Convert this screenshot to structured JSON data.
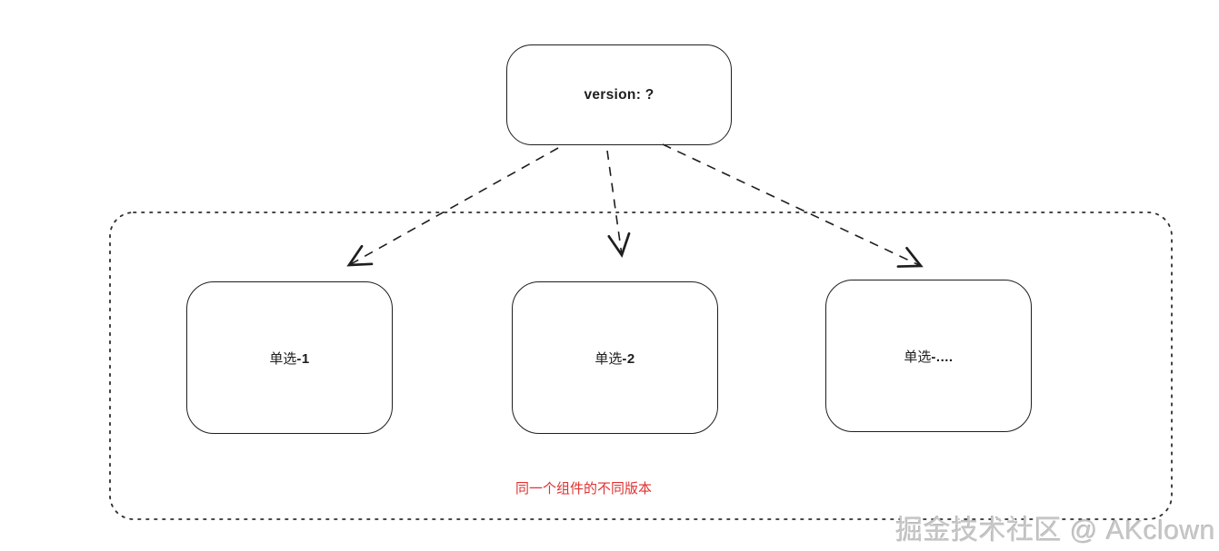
{
  "diagram": {
    "root_node": {
      "label": "version: ?"
    },
    "group": {
      "caption": "同一个组件的不同版本",
      "nodes": [
        {
          "prefix": "单选",
          "suffix": "-1"
        },
        {
          "prefix": "单选",
          "suffix": "-2"
        },
        {
          "prefix": "单选",
          "suffix": "-...."
        }
      ]
    },
    "watermark": "掘金技术社区 @ AKclown",
    "colors": {
      "stroke": "#1e1e1e",
      "group_border": "#2e2e2e",
      "caption_red": "#e03131",
      "watermark_gray": "#c6c6c6",
      "background": "#ffffff"
    }
  }
}
